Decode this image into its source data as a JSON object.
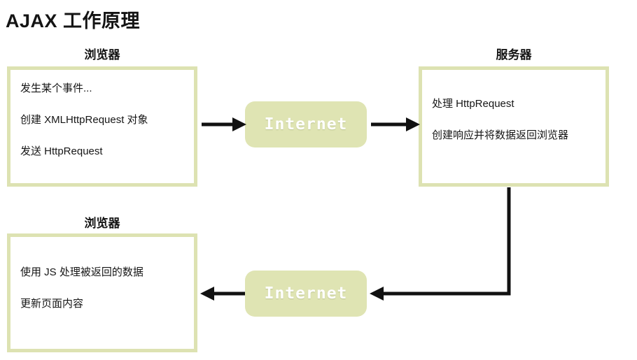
{
  "page": {
    "title": "AJAX 工作原理",
    "background_color": "#ffffff",
    "accent_color": "#dde2b2",
    "internet_fill_color": "#dfe4b3",
    "line_color": "#111111"
  },
  "captions": {
    "browser_top": "浏览器",
    "server": "服务器",
    "browser_bottom": "浏览器"
  },
  "panels": {
    "browser_top": {
      "caption": "浏览器",
      "lines": [
        "发生某个事件...",
        "创建 XMLHttpRequest 对象",
        "发送 HttpRequest"
      ]
    },
    "server": {
      "caption": "服务器",
      "lines": [
        "处理 HttpRequest",
        "创建响应并将数据返回浏览器"
      ]
    },
    "browser_bottom": {
      "caption": "浏览器",
      "lines": [
        "使用 JS 处理被返回的数据",
        "更新页面内容"
      ]
    }
  },
  "internet_nodes": [
    {
      "label": "Internet",
      "direction": "request"
    },
    {
      "label": "Internet",
      "direction": "response"
    }
  ],
  "arrows": [
    {
      "name": "browser-to-internet",
      "direction": "right"
    },
    {
      "name": "internet-to-server",
      "direction": "right"
    },
    {
      "name": "server-to-internet",
      "direction": "down-left"
    },
    {
      "name": "internet-to-browser",
      "direction": "left"
    }
  ]
}
